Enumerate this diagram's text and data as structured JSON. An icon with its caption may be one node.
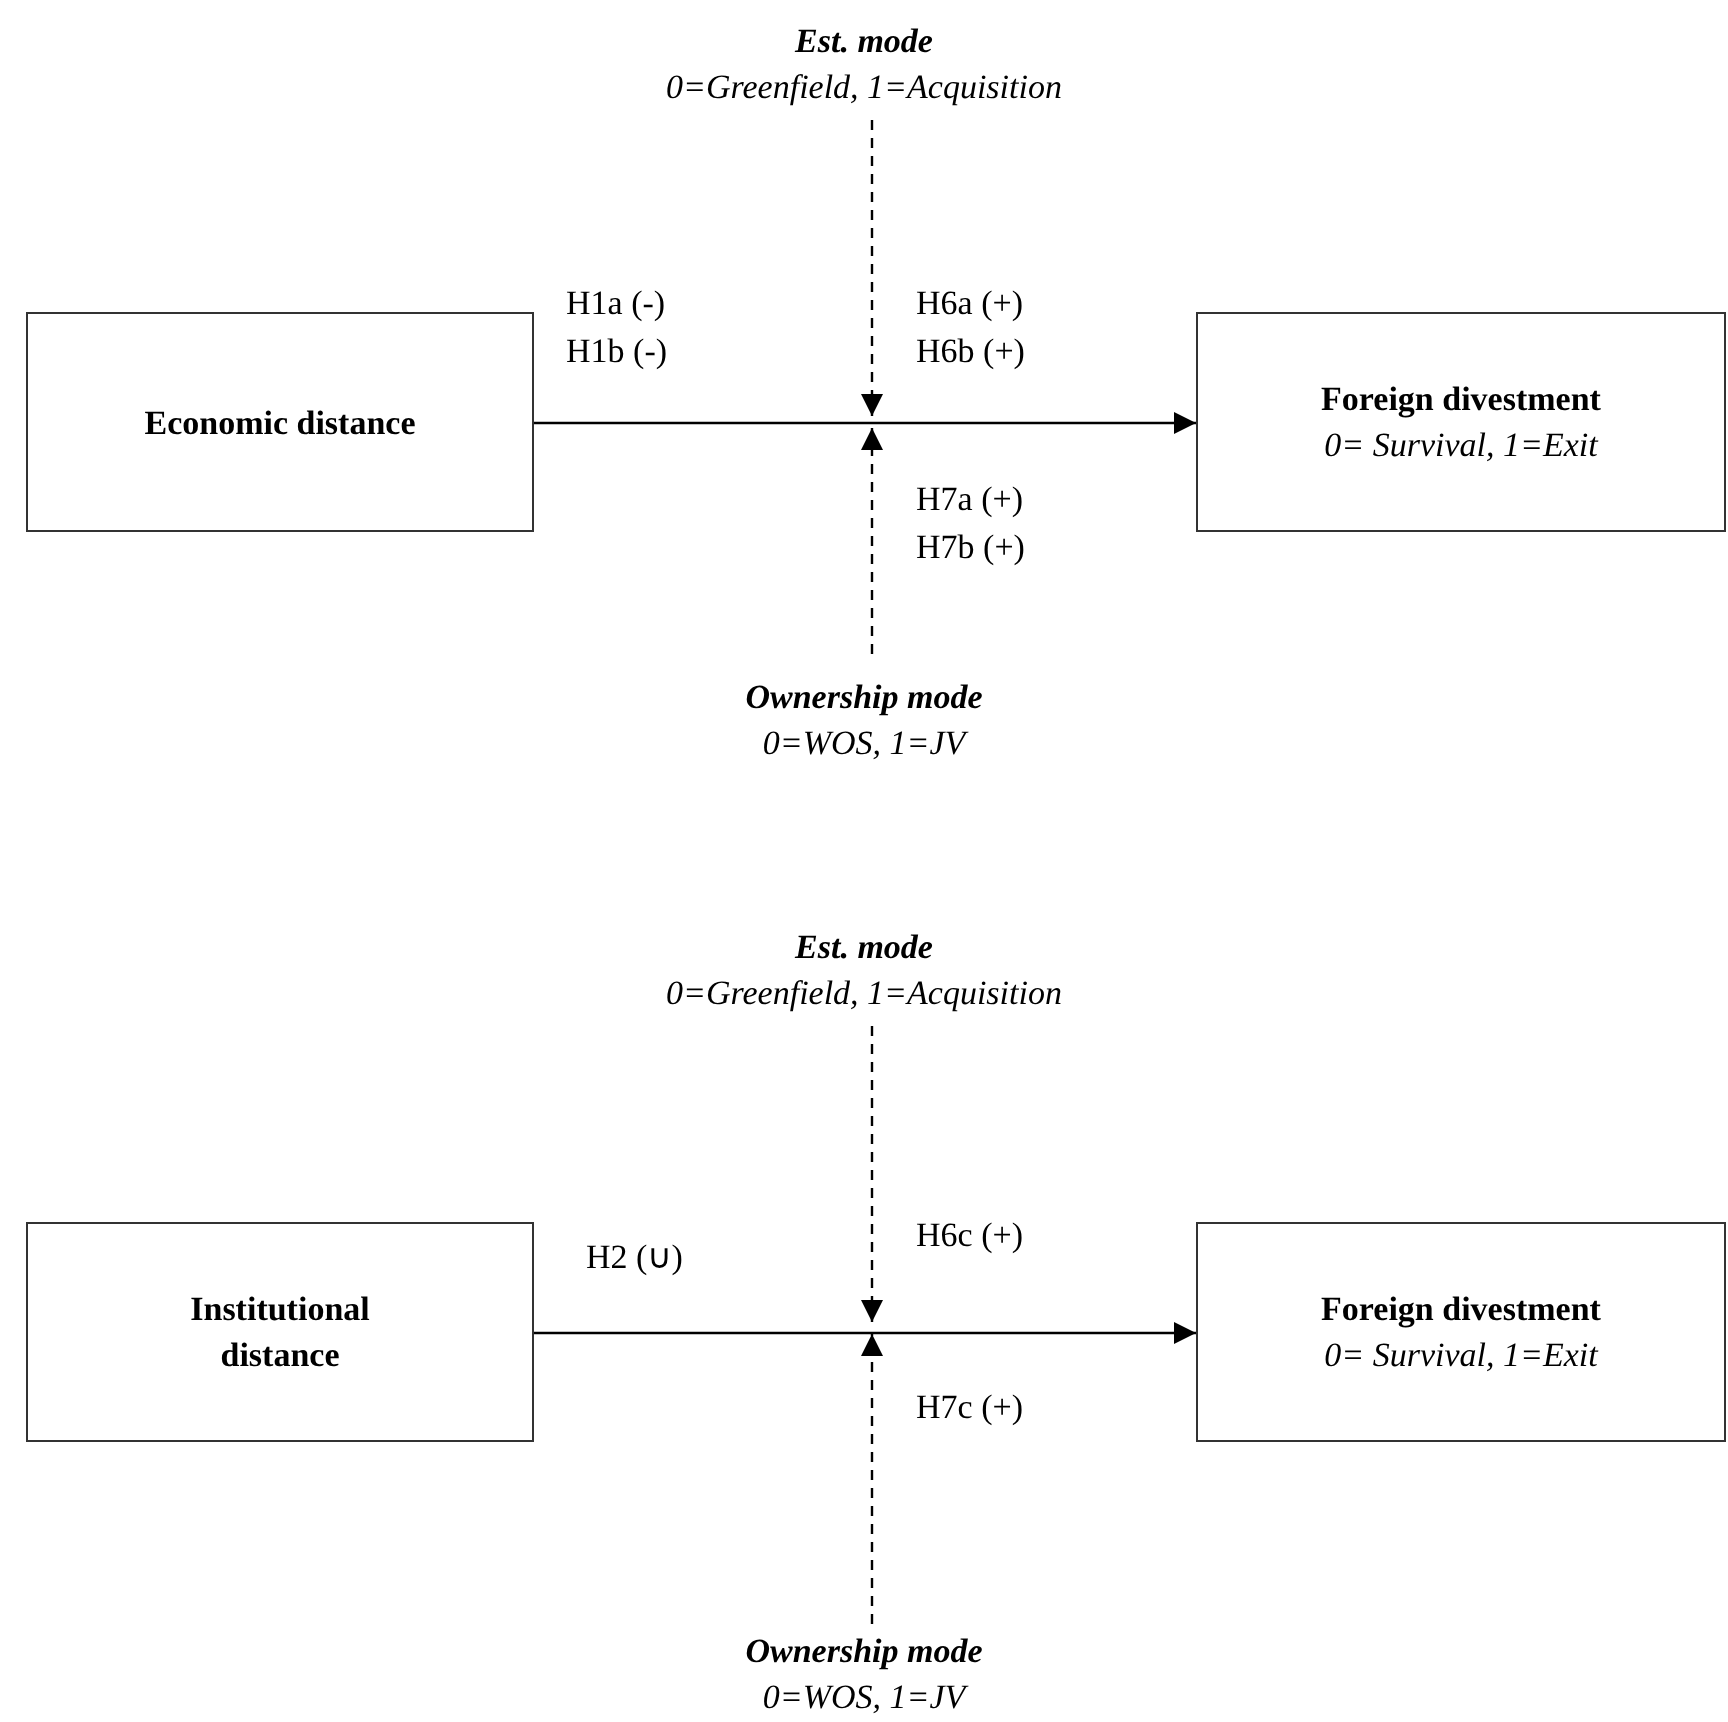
{
  "diagram": {
    "nodes": [
      {
        "text": [
          "Est. mode",
          "0=Greenfield, 1=Acquisition"
        ]
      },
      {
        "text": [
          "Economic distance"
        ]
      },
      {
        "text": [
          "Foreign divestment",
          "0= Survival, 1=Exit"
        ]
      },
      {
        "text": [
          "Ownership mode",
          "0=WOS, 1=JV"
        ]
      },
      {
        "text": [
          "Est. mode",
          "0=Greenfield, 1=Acquisition"
        ]
      },
      {
        "text": [
          "Institutional distance"
        ]
      },
      {
        "text": [
          "Foreign divestment",
          "0= Survival, 1=Exit"
        ]
      },
      {
        "text": [
          "Ownership mode",
          "0=WOS, 1=JV"
        ]
      }
    ],
    "edges": [
      {
        "from": 1,
        "to": 2,
        "arrow": "to",
        "label": "H1a (-) H1b (-)"
      },
      {
        "from": 0,
        "to": null,
        "arrow": "to",
        "style": "dashed",
        "label": "H6a (+) H6b (+)"
      },
      {
        "from": 3,
        "to": null,
        "arrow": "to",
        "style": "dashed",
        "label": "H7a (+) H7b (+)"
      },
      {
        "from": 5,
        "to": 6,
        "arrow": "to",
        "label": "H2 (∪)"
      },
      {
        "from": 4,
        "to": null,
        "arrow": "to",
        "style": "dashed",
        "label": "H6c (+)"
      },
      {
        "from": 7,
        "to": null,
        "arrow": "to",
        "style": "dashed",
        "label": "H7c (+)"
      }
    ]
  }
}
